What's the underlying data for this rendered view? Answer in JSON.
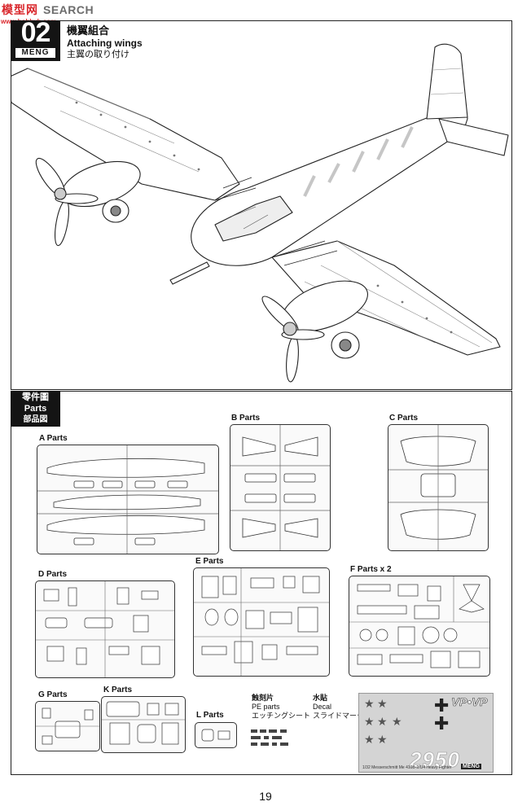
{
  "watermark": {
    "cn": "模型网",
    "en": "SEARCH",
    "url": "www.hobbyb.com"
  },
  "step": {
    "number": "02",
    "logo": "MENG",
    "title_cn": "機翼組合",
    "title_en": "Attaching wings",
    "title_jp": "主翼の取り付け"
  },
  "parts_section": {
    "title_cn": "零件圖",
    "title_en": "Parts",
    "title_jp": "部品図"
  },
  "sprues": {
    "a": "A  Parts",
    "b": "B  Parts",
    "c": "C  Parts",
    "d": "D  Parts",
    "e": "E  Parts",
    "f": "F  Parts  x 2",
    "g": "G  Parts",
    "k": "K  Parts",
    "l": "L  Parts"
  },
  "pe": {
    "cn": "蝕刻片",
    "en": "PE parts",
    "jp": "エッチングシート"
  },
  "decal": {
    "cn": "水貼",
    "en": "Decal",
    "jp": "スライドマーク",
    "code": "VP•VP",
    "number": "2950",
    "fine_print": "1/32 Messerschmitt Me 410B-2/U4 Heavy Fighter",
    "brand": "MENG"
  },
  "page_number": "19"
}
